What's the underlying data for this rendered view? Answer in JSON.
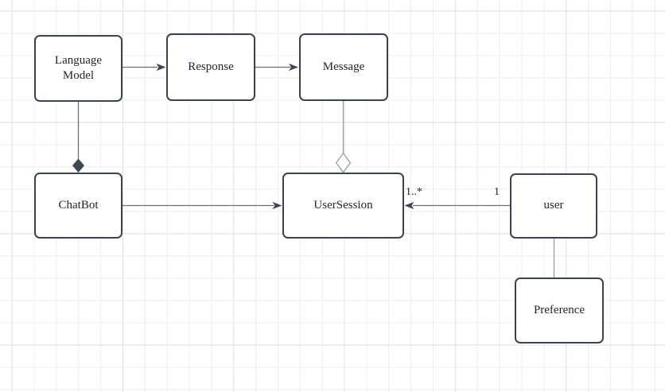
{
  "diagram": {
    "nodes": [
      {
        "id": "language-model",
        "label": "Language Model"
      },
      {
        "id": "response",
        "label": "Response"
      },
      {
        "id": "message",
        "label": "Message"
      },
      {
        "id": "chatbot",
        "label": "ChatBot"
      },
      {
        "id": "user-session",
        "label": "UserSession"
      },
      {
        "id": "user",
        "label": "user"
      },
      {
        "id": "preference",
        "label": "Preference"
      }
    ],
    "edges": [
      {
        "from": "Language Model",
        "to": "Response",
        "type": "directed-arrow"
      },
      {
        "from": "Response",
        "to": "Message",
        "type": "directed-arrow"
      },
      {
        "from": "ChatBot",
        "to": "Language Model",
        "type": "composition-filled-diamond"
      },
      {
        "from": "UserSession",
        "to": "Message",
        "type": "aggregation-hollow-diamond"
      },
      {
        "from": "ChatBot",
        "to": "UserSession",
        "type": "directed-arrow"
      },
      {
        "from": "user",
        "to": "UserSession",
        "type": "directed-arrow",
        "source_label": "1",
        "target_label": "1..*"
      },
      {
        "from": "user",
        "to": "Preference",
        "type": "plain-line"
      }
    ]
  },
  "colors": {
    "canvas_bg": "#ffffff",
    "grid_minor": "#eeeeee",
    "grid_major": "#e2e2e2",
    "node_fill": "#ffffff",
    "node_border": "#3b4351",
    "node_text": "#242424",
    "edge": "#6a707a",
    "edge_dark": "#3f4654",
    "edge_light": "#989ea6"
  }
}
